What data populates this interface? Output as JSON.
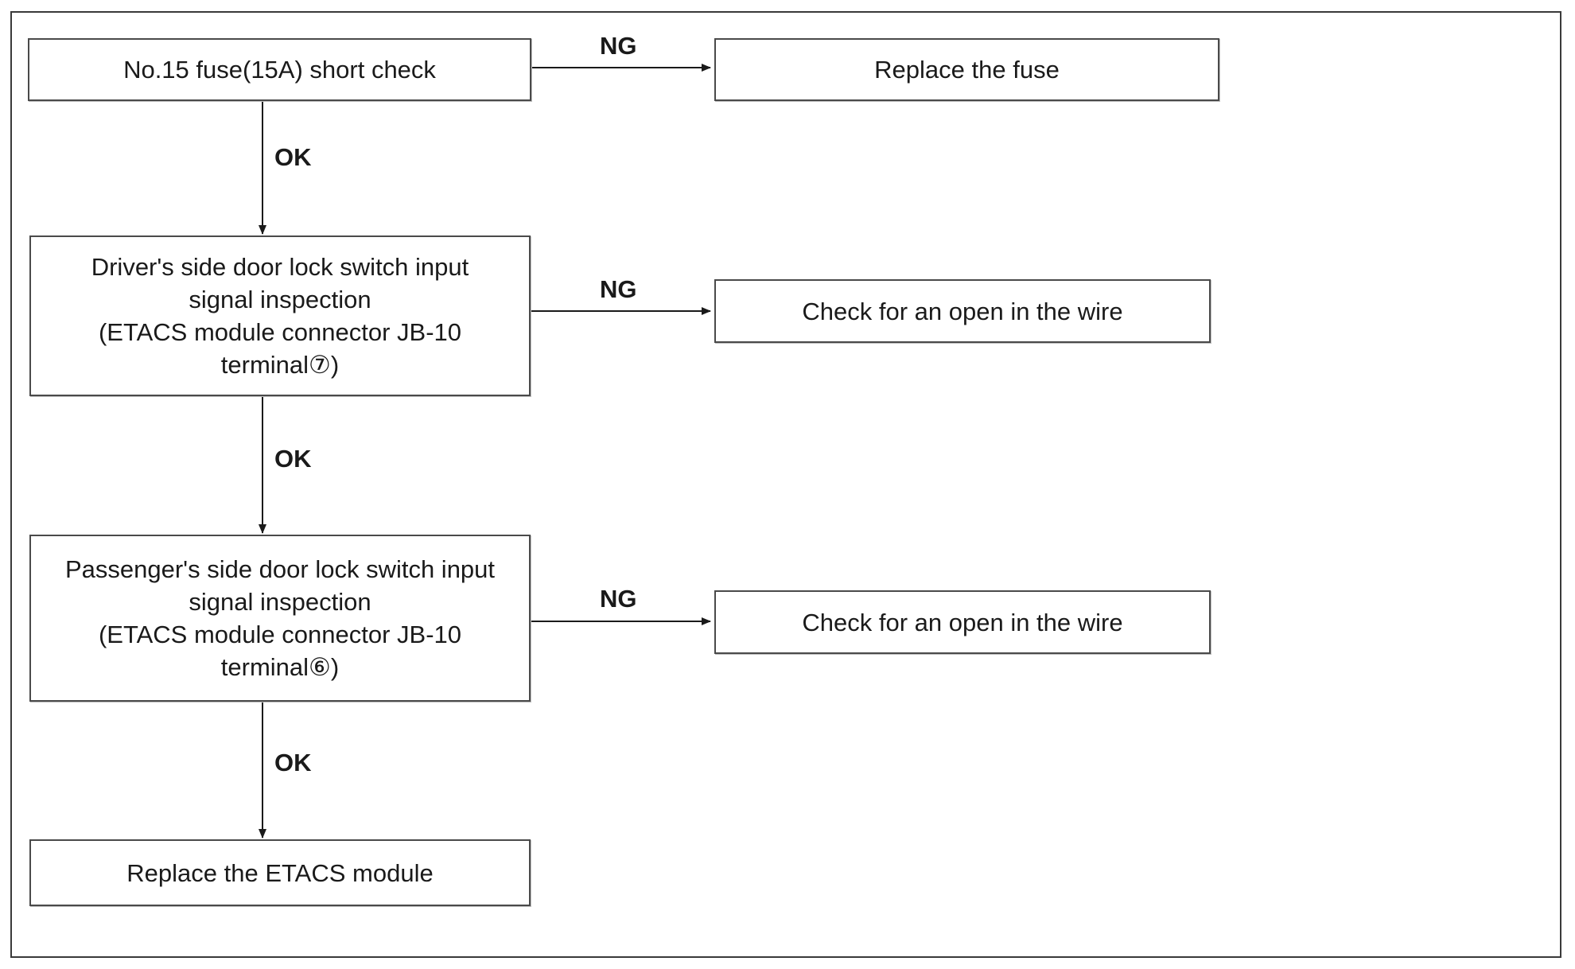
{
  "diagram": {
    "nodes": {
      "fuse_check": {
        "text": "No.15 fuse(15A) short check"
      },
      "replace_fuse": {
        "text": "Replace the fuse"
      },
      "driver_inspection": {
        "lines": [
          "Driver's side door lock switch input",
          "signal inspection",
          "(ETACS module connector JB-10",
          "terminal⑦)"
        ]
      },
      "open_wire_1": {
        "text": "Check for an open in the wire"
      },
      "passenger_inspection": {
        "lines": [
          "Passenger's side door lock switch input",
          "signal inspection",
          "(ETACS module connector JB-10",
          "terminal⑥)"
        ]
      },
      "open_wire_2": {
        "text": "Check for an open in the wire"
      },
      "replace_module": {
        "text": "Replace the ETACS module"
      }
    },
    "edges": [
      {
        "from": "fuse_check",
        "to": "replace_fuse",
        "label": "NG"
      },
      {
        "from": "fuse_check",
        "to": "driver_inspection",
        "label": "OK"
      },
      {
        "from": "driver_inspection",
        "to": "open_wire_1",
        "label": "NG"
      },
      {
        "from": "driver_inspection",
        "to": "passenger_inspection",
        "label": "OK"
      },
      {
        "from": "passenger_inspection",
        "to": "open_wire_2",
        "label": "NG"
      },
      {
        "from": "passenger_inspection",
        "to": "replace_module",
        "label": "OK"
      }
    ]
  }
}
